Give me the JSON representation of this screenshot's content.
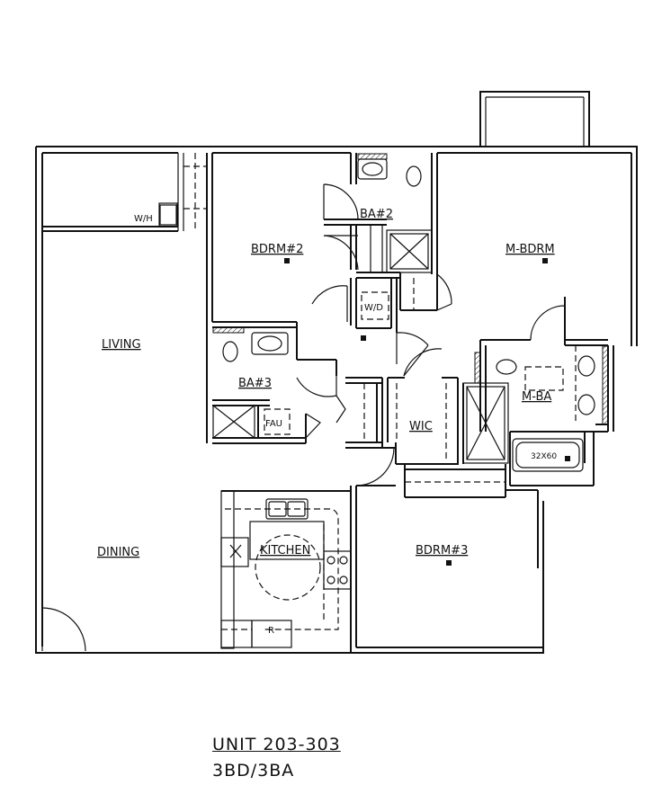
{
  "plan": {
    "rooms": {
      "living": "LIVING",
      "dining": "DINING",
      "kitchen": "KITCHEN",
      "bedroom2": "BDRM#2",
      "bath2": "BA#2",
      "bath3": "BA#3",
      "master_bedroom": "M-BDRM",
      "master_bath": "M-BA",
      "walk_in_closet": "WIC",
      "bedroom3": "BDRM#3"
    },
    "fixtures": {
      "water_heater": "W/H",
      "washer_dryer": "W/D",
      "furnace": "FAU",
      "refrigerator": "R",
      "tub_size": "32X60"
    }
  },
  "caption": {
    "unit": "UNIT 203-303",
    "type": "3BD/3BA"
  }
}
